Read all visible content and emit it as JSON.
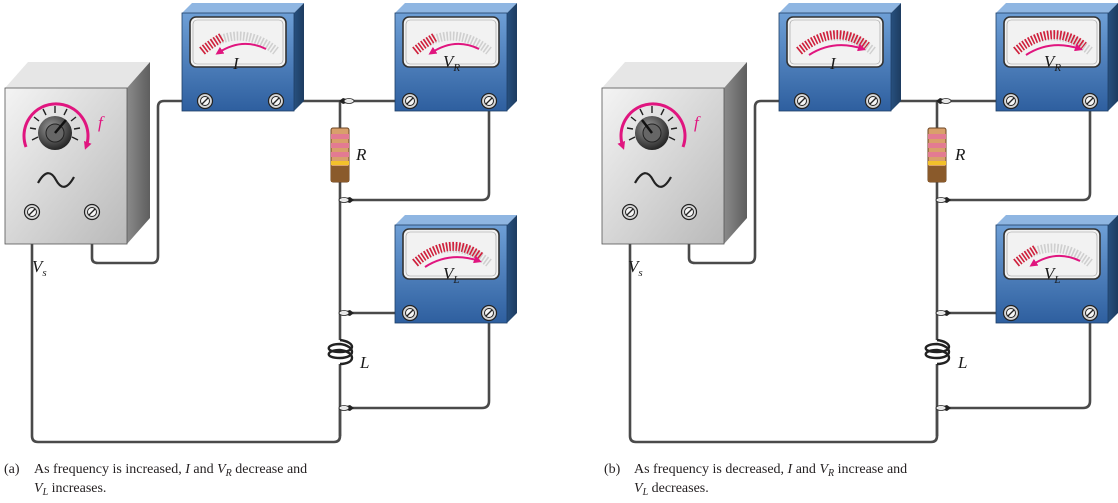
{
  "labels": {
    "I": "I",
    "V": "V",
    "R_sub": "R",
    "L_sub": "L",
    "s_sub": "s",
    "R": "R",
    "L": "L",
    "f": "f"
  },
  "colors": {
    "meter_body": "#3d72b4",
    "meter_face": "#f2f2f2",
    "generator_body": "#c9c9c9",
    "scale_red": "#d11f3b",
    "arrow_magenta": "#e0157f",
    "wire": "#4a4a4a",
    "resistor": "#d9a06b",
    "inductor": "#2a2a2a"
  },
  "captions": {
    "a": {
      "prefix": "(a)",
      "t1": "As frequency is increased,",
      "t2": "and",
      "t3": "decrease and",
      "t4": "increases."
    },
    "b": {
      "prefix": "(b)",
      "t1": "As frequency is decreased,",
      "t2": "and",
      "t3": "increase and",
      "t4": "decreases."
    }
  }
}
